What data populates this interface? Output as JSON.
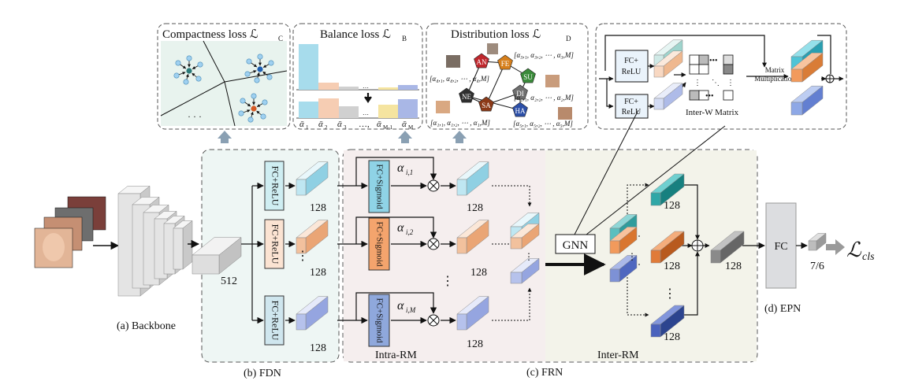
{
  "losses": {
    "compactness": "Compactness loss ℒ",
    "compactness_sub": "C",
    "balance": "Balance loss ℒ",
    "balance_sub": "B",
    "distribution": "Distribution loss ℒ",
    "distribution_sub": "D"
  },
  "balance_axis": {
    "l1": "ᾱ",
    "s1": "1",
    "l2": "ᾱ",
    "s2": "2",
    "l3": "ᾱ",
    "s3": "3",
    "ldots": "…,",
    "lm1": "ᾱ",
    "sm1": "M-1",
    "lm": "ᾱ",
    "sm": "M"
  },
  "distribution": {
    "nodes": [
      "AN",
      "FE",
      "SU",
      "DI",
      "NE",
      "SA",
      "HA"
    ],
    "vec_a3": "[α₃,₁, α₃,₂, ⋯ , α₃,M]",
    "vec_a4": "[α₄,₁, α₄,₂, ⋯ , α₄,M]",
    "vec_a2": "[α₂,₁, α₂,₂, ⋯ , α₂,M]",
    "vec_a1": "[α₁,₁, α₁,₂, ⋯ , α₁,M]",
    "vec_a5": "[α₅,₁, α₅,₂, ⋯ , α₅,M]"
  },
  "inter_w": {
    "fc_relu_top": [
      "FC+",
      "ReLU"
    ],
    "fc_relu_bottom": [
      "FC+",
      "ReLU"
    ],
    "matrix_label": "Inter-W Matrix",
    "mm_label_1": "Matrix",
    "mm_label_2": "Multiplication"
  },
  "backbone": {
    "caption": "(a) Backbone",
    "dim": "512"
  },
  "fdn": {
    "caption": "(b) FDN",
    "block_label": "FC+ReLU",
    "dims": [
      "128",
      "128",
      "128"
    ]
  },
  "frn": {
    "caption": "(c) FRN",
    "intra_label": "Intra-RM",
    "inter_label": "Inter-RM",
    "sig_label": "FC+Sigmoid",
    "alpha": [
      "α",
      "α",
      "α"
    ],
    "alpha_sub": [
      "i,1",
      "i,2",
      "i,M"
    ],
    "dims": [
      "128",
      "128",
      "128"
    ],
    "gnn": "GNN",
    "inter_dims": [
      "128",
      "128",
      "128",
      "128"
    ]
  },
  "epn": {
    "caption": "(d) EPN",
    "fc": "FC",
    "out_dim": "7/6",
    "loss": "ℒ",
    "loss_sub": "cls"
  },
  "ellipsis": {
    "compact": "· · ·",
    "dots": "…"
  }
}
